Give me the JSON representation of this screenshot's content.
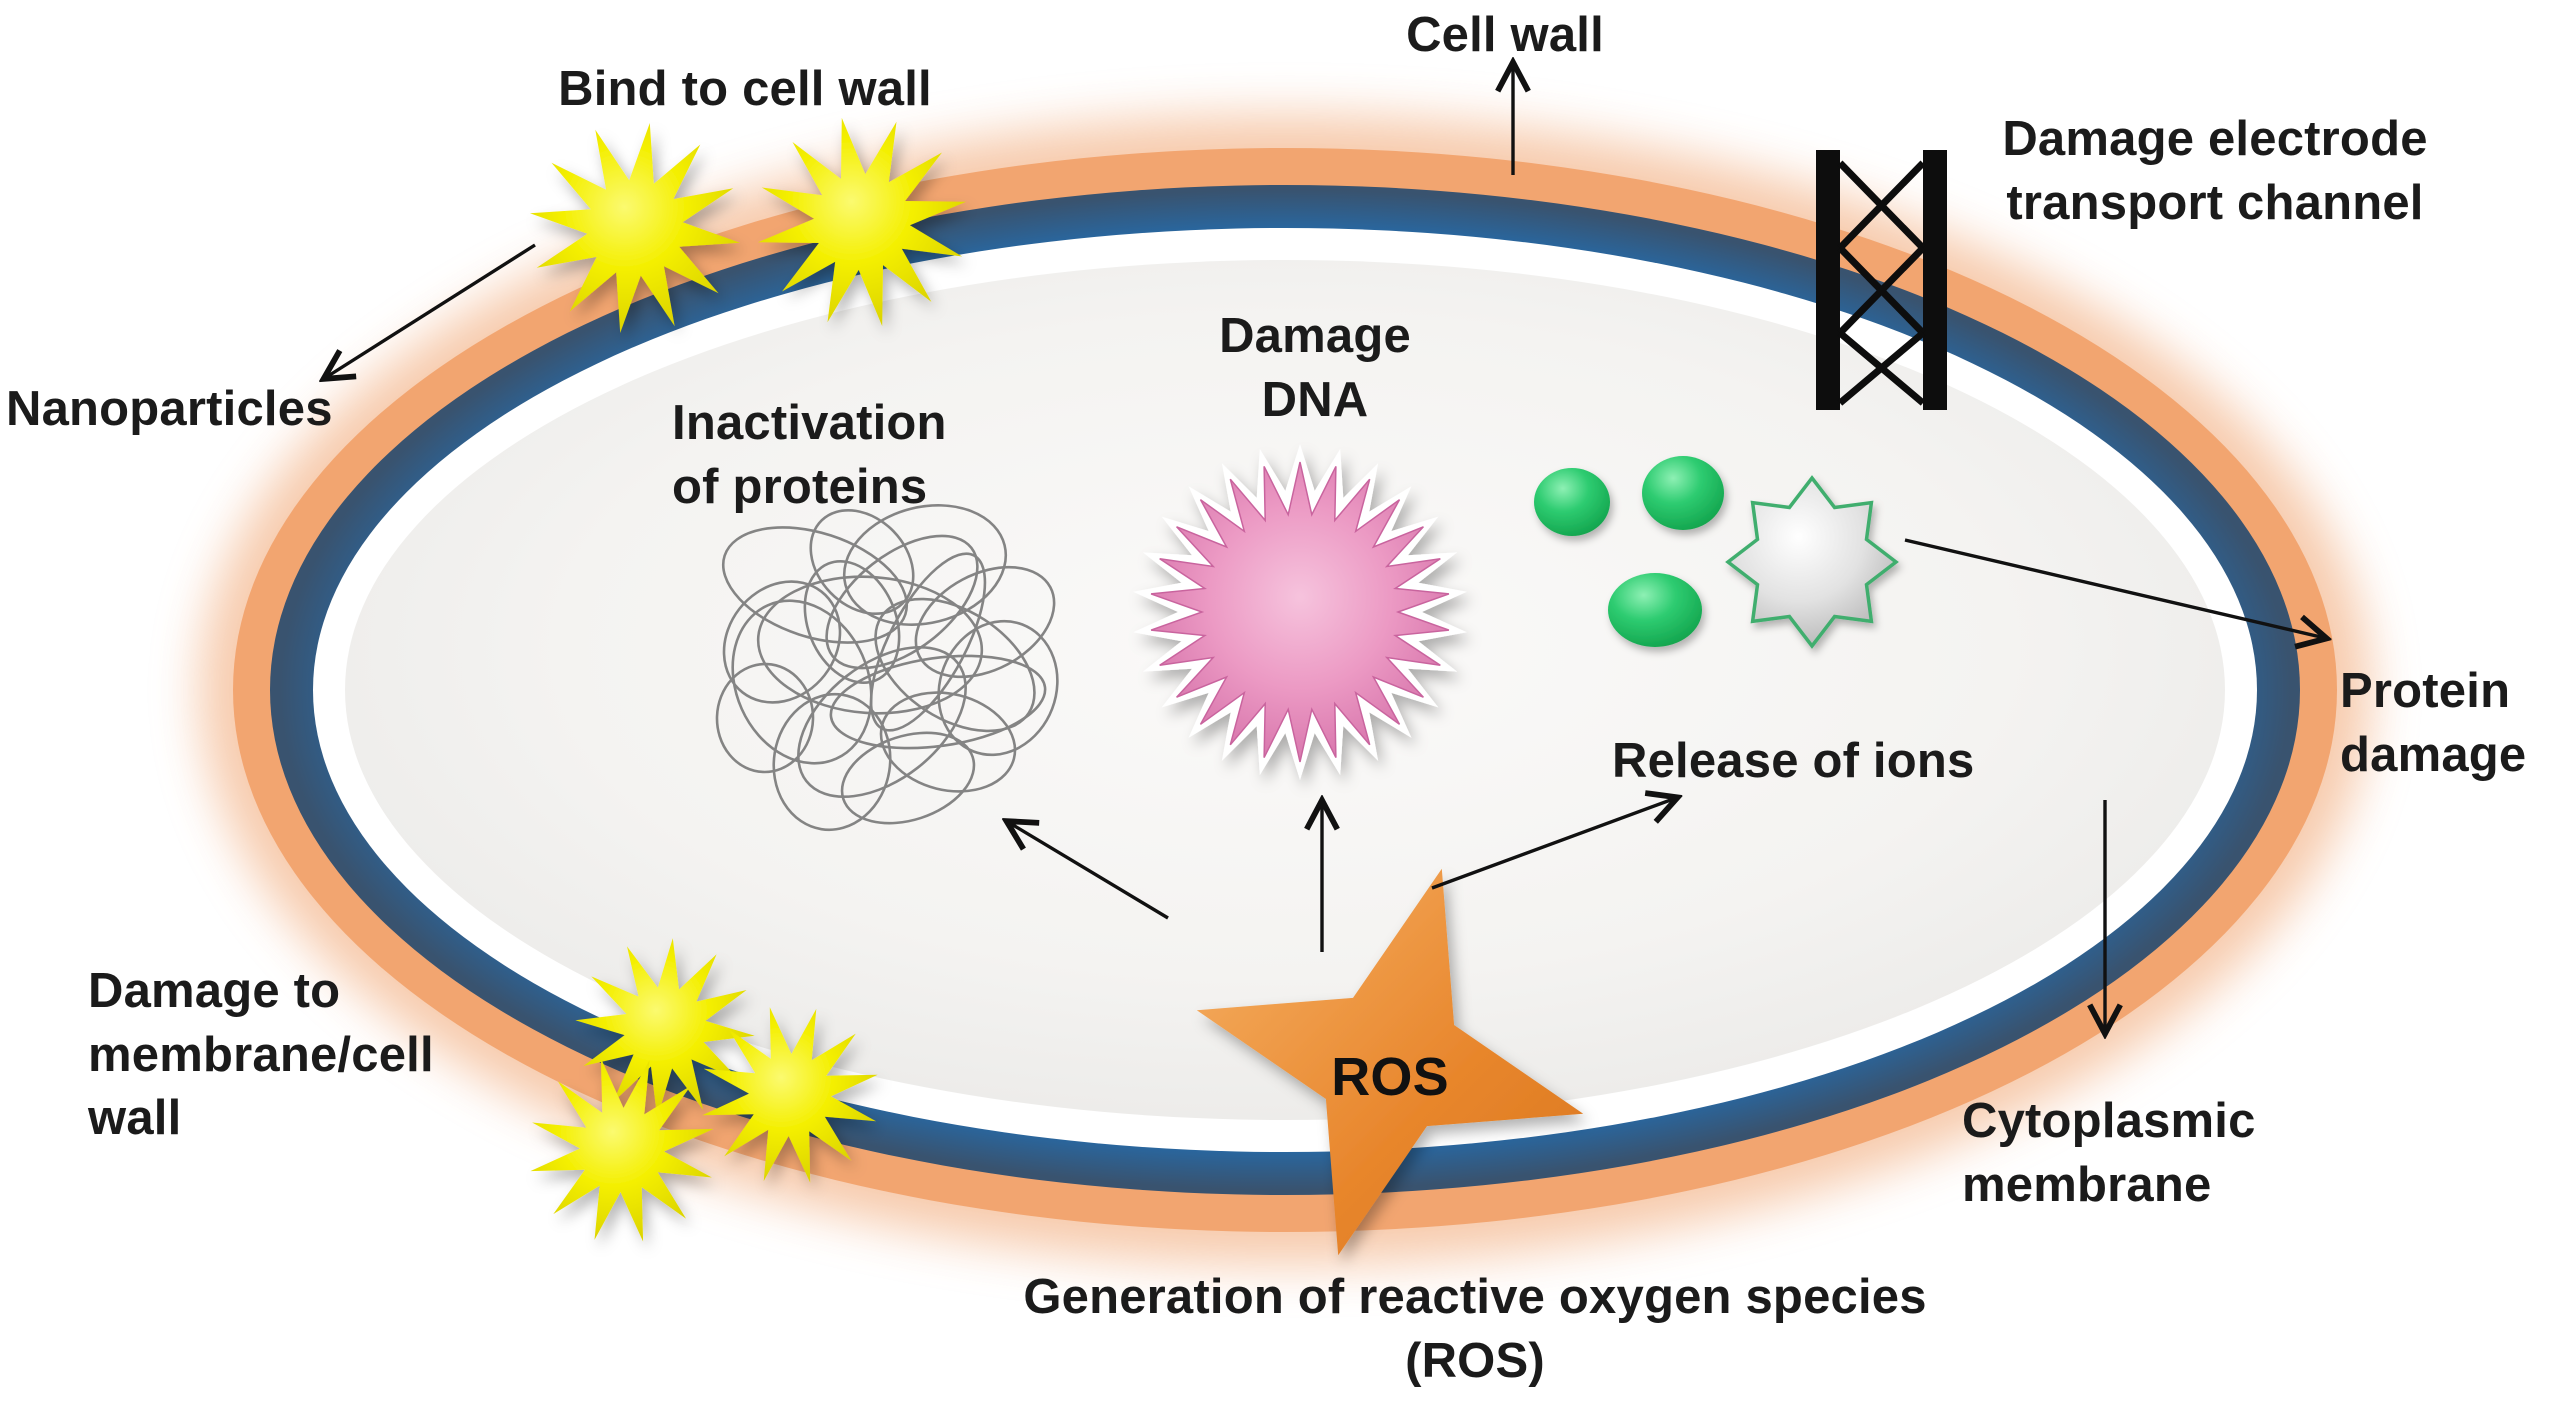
{
  "labels": {
    "bind_to_cell_wall": "Bind to cell wall",
    "cell_wall": "Cell wall",
    "damage_electrode_line1": "Damage electrode",
    "damage_electrode_line2": "transport channel",
    "nanoparticles": "Nanoparticles",
    "inactivation_line1": "Inactivation",
    "inactivation_line2": "of proteins",
    "damage_dna_line1": "Damage",
    "damage_dna_line2": "DNA",
    "release_of_ions": "Release of ions",
    "protein_damage_line1": "Protein",
    "protein_damage_line2": "damage",
    "cytoplasmic_membrane_line1": "Cytoplasmic",
    "cytoplasmic_membrane_line2": "membrane",
    "damage_membrane_line1": "Damage to",
    "damage_membrane_line2": "membrane/cell",
    "damage_membrane_line3": "wall",
    "ros": "ROS",
    "generation_line1": "Generation of reactive oxygen species",
    "generation_line2": "(ROS)"
  },
  "icons": {
    "nanoparticle": "yellow-12-point-star",
    "ros": "orange-4-point-star",
    "dna": "pink-starburst",
    "ion": "green-sphere",
    "damaged_protein": "silver-8-point-star-green-outline",
    "protein_aggregate": "tangled-scribble",
    "electron_transport_channel": "black-ladder-truss"
  },
  "colors": {
    "membrane_outer_glow": "#f2a36e",
    "membrane_orange_band": "#f2a570",
    "membrane_blue_inner": "#1e74c0",
    "membrane_blue_outer": "#39536f",
    "cell_interior": "#f2f1ef",
    "nanoparticle_yellow": "#f4ef00",
    "ros_orange": "#e8862c",
    "dna_pink": "#ec9ac4",
    "ion_green": "#2ecc71",
    "damaged_protein_silver": "#e2e2e2",
    "damaged_protein_outline": "#3fae6e",
    "text": "#1b1b1b",
    "arrow": "#111111"
  }
}
